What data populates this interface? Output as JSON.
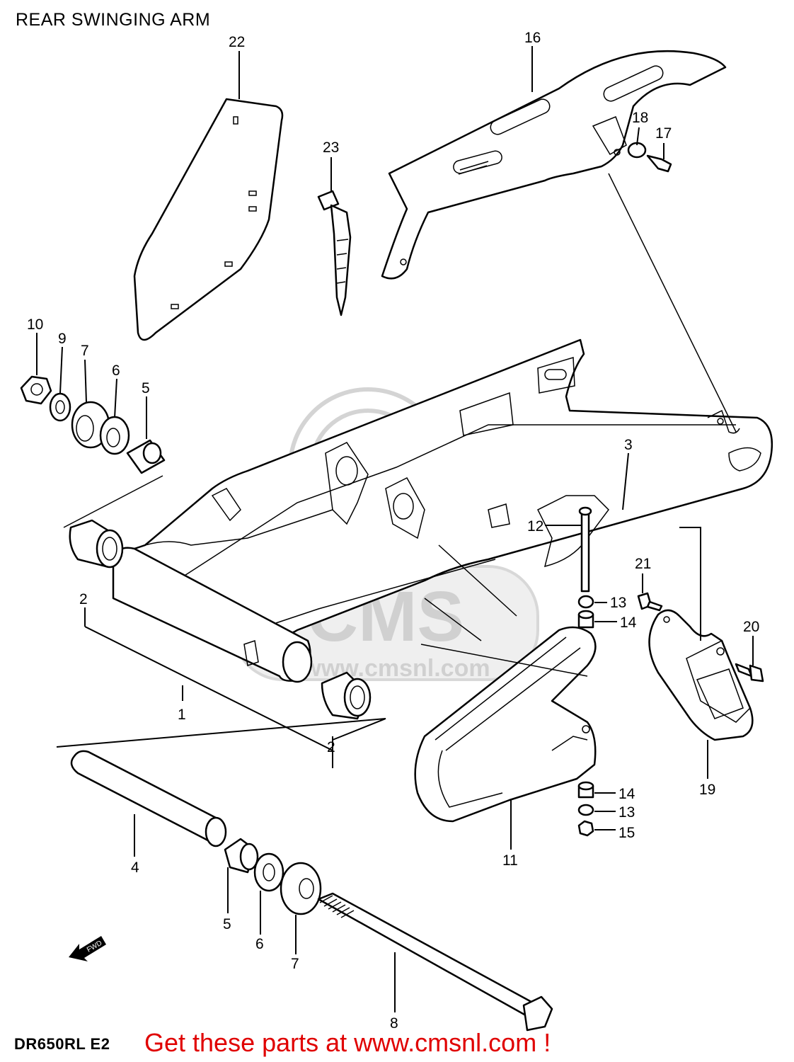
{
  "title": "REAR SWINGING ARM",
  "watermark": {
    "brand": "CMS",
    "url": "www.cmsnl.com"
  },
  "fwd_arrow_label": "FWD",
  "callouts": [
    {
      "id": "c22",
      "label": "22"
    },
    {
      "id": "c16",
      "label": "16"
    },
    {
      "id": "c23",
      "label": "23"
    },
    {
      "id": "c18",
      "label": "18"
    },
    {
      "id": "c17",
      "label": "17"
    },
    {
      "id": "c10",
      "label": "10"
    },
    {
      "id": "c9",
      "label": "9"
    },
    {
      "id": "c7a",
      "label": "7"
    },
    {
      "id": "c6a",
      "label": "6"
    },
    {
      "id": "c5a",
      "label": "5"
    },
    {
      "id": "c3",
      "label": "3"
    },
    {
      "id": "c12",
      "label": "12"
    },
    {
      "id": "c21",
      "label": "21"
    },
    {
      "id": "c13a",
      "label": "13"
    },
    {
      "id": "c14a",
      "label": "14"
    },
    {
      "id": "c20",
      "label": "20"
    },
    {
      "id": "c2a",
      "label": "2"
    },
    {
      "id": "c1",
      "label": "1"
    },
    {
      "id": "c2b",
      "label": "2"
    },
    {
      "id": "c19",
      "label": "19"
    },
    {
      "id": "c14b",
      "label": "14"
    },
    {
      "id": "c13b",
      "label": "13"
    },
    {
      "id": "c15",
      "label": "15"
    },
    {
      "id": "c11",
      "label": "11"
    },
    {
      "id": "c4",
      "label": "4"
    },
    {
      "id": "c5b",
      "label": "5"
    },
    {
      "id": "c6b",
      "label": "6"
    },
    {
      "id": "c7b",
      "label": "7"
    },
    {
      "id": "c8",
      "label": "8"
    }
  ],
  "footer": {
    "model_code": "DR650RL  E2",
    "cta": "Get these parts at www.cmsnl.com !"
  }
}
